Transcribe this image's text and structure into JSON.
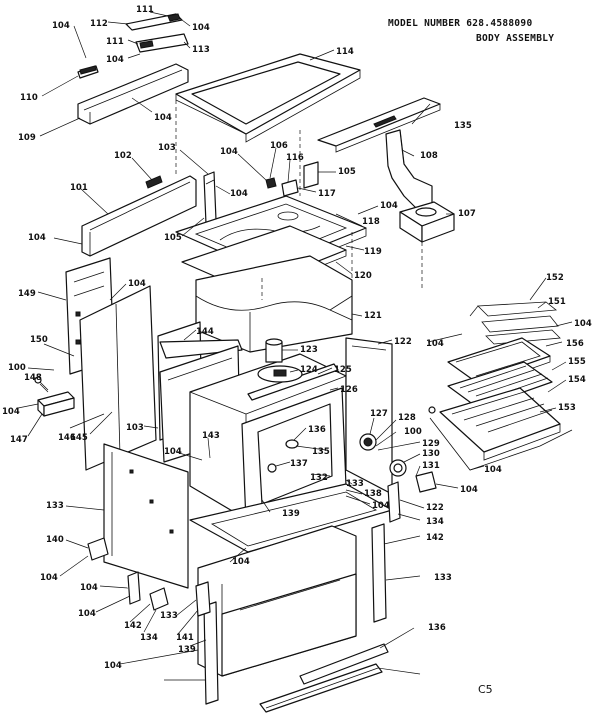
{
  "header": {
    "model_line": "MODEL NUMBER 628.4588090",
    "assembly_line": "BODY ASSEMBLY"
  },
  "page_code": "C5",
  "callouts": [
    "104",
    "111",
    "112",
    "104",
    "111",
    "113",
    "110",
    "104",
    "104",
    "109",
    "114",
    "135",
    "102",
    "103",
    "104",
    "106",
    "116",
    "105",
    "108",
    "101",
    "104",
    "117",
    "118",
    "104",
    "107",
    "104",
    "105",
    "119",
    "120",
    "149",
    "104",
    "152",
    "151",
    "104",
    "121",
    "144",
    "122",
    "150",
    "123",
    "104",
    "100",
    "124",
    "156",
    "148",
    "125",
    "155",
    "126",
    "154",
    "104",
    "147",
    "127",
    "153",
    "128",
    "100",
    "129",
    "146",
    "145",
    "103",
    "136",
    "130",
    "104",
    "143",
    "135",
    "131",
    "137",
    "104",
    "132",
    "104",
    "133",
    "138",
    "139",
    "104",
    "122",
    "133",
    "134",
    "142",
    "140",
    "104",
    "104",
    "133",
    "104",
    "104",
    "142",
    "133",
    "134",
    "141",
    "139",
    "104",
    "136"
  ]
}
